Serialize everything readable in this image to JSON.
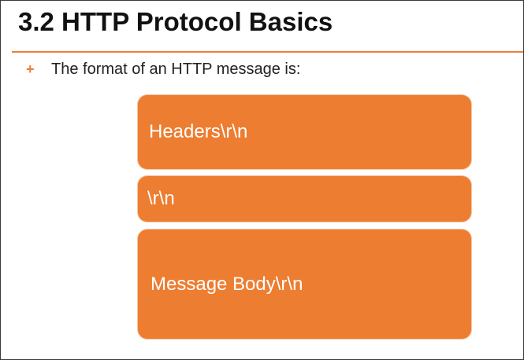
{
  "slide": {
    "title": "3.2 HTTP Protocol Basics",
    "bullet_marker": "+",
    "bullet_text": "The format of an HTTP message is:",
    "boxes": {
      "headers": "Headers\\r\\n",
      "crlf": "\\r\\n",
      "body": "Message Body\\r\\n"
    }
  },
  "colors": {
    "accent": "#ed7d31",
    "box_text": "#ffffff",
    "title_text": "#111111"
  }
}
